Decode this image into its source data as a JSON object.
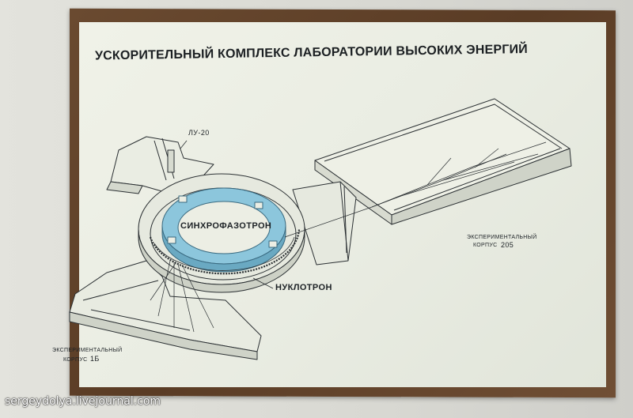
{
  "poster": {
    "title": "УСКОРИТЕЛЬНЫЙ КОМПЛЕКС ЛАБОРАТОРИИ ВЫСОКИХ ЭНЕРГИЙ"
  },
  "labels": {
    "lu20": "ЛУ-20",
    "synchrophasotron": "СИНХРОФАЗОТРОН",
    "nuclotron": "НУКЛОТРОН",
    "hall205_line1": "ЭКСПЕРИМЕНТАЛЬНЫЙ",
    "hall205_line2": "КОРПУС",
    "hall205_number": "205",
    "hall1b_line1": "ЭКСПЕРИМЕНТАЛЬНЫЙ",
    "hall1b_line2": "КОРПУС",
    "hall1b_number": "1Б"
  },
  "watermark": "sergeydolya.livejournal.com",
  "colors": {
    "ring_blue": "#8cc6dc",
    "frame_wood": "#5f4028",
    "board": "#eceee4"
  }
}
